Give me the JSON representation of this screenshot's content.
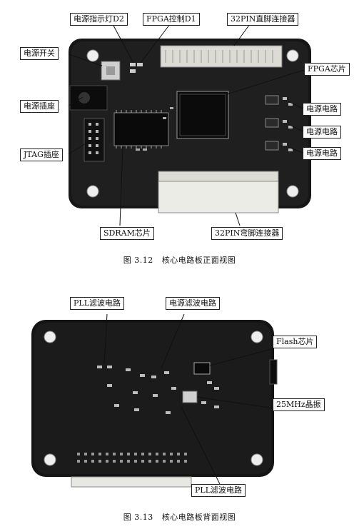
{
  "figure1": {
    "labels": {
      "power_led": "电源指示灯D2",
      "fpga_ctrl_led": "FPGA控制D1",
      "pin32_straight": "32PIN直脚连接器",
      "power_switch": "电源开关",
      "fpga_chip": "FPGA芯片",
      "power_socket": "电源插座",
      "power_circuit_1": "电源电路",
      "power_circuit_2": "电源电路",
      "power_circuit_3": "电源电路",
      "jtag_socket": "JTAG插座",
      "sdram_chip": "SDRAM芯片",
      "pin32_bent": "32PIN弯脚连接器"
    },
    "caption_num": "图 3.12",
    "caption_text": "核心电路板正面视图"
  },
  "figure2": {
    "labels": {
      "pll_filter_top": "PLL滤波电路",
      "power_filter": "电源滤波电路",
      "flash_chip": "Flash芯片",
      "crystal": "25MHz晶振",
      "pll_filter_bottom": "PLL滤波电路"
    },
    "caption_num": "图 3.13",
    "caption_text": "核心电路板背面视图"
  }
}
